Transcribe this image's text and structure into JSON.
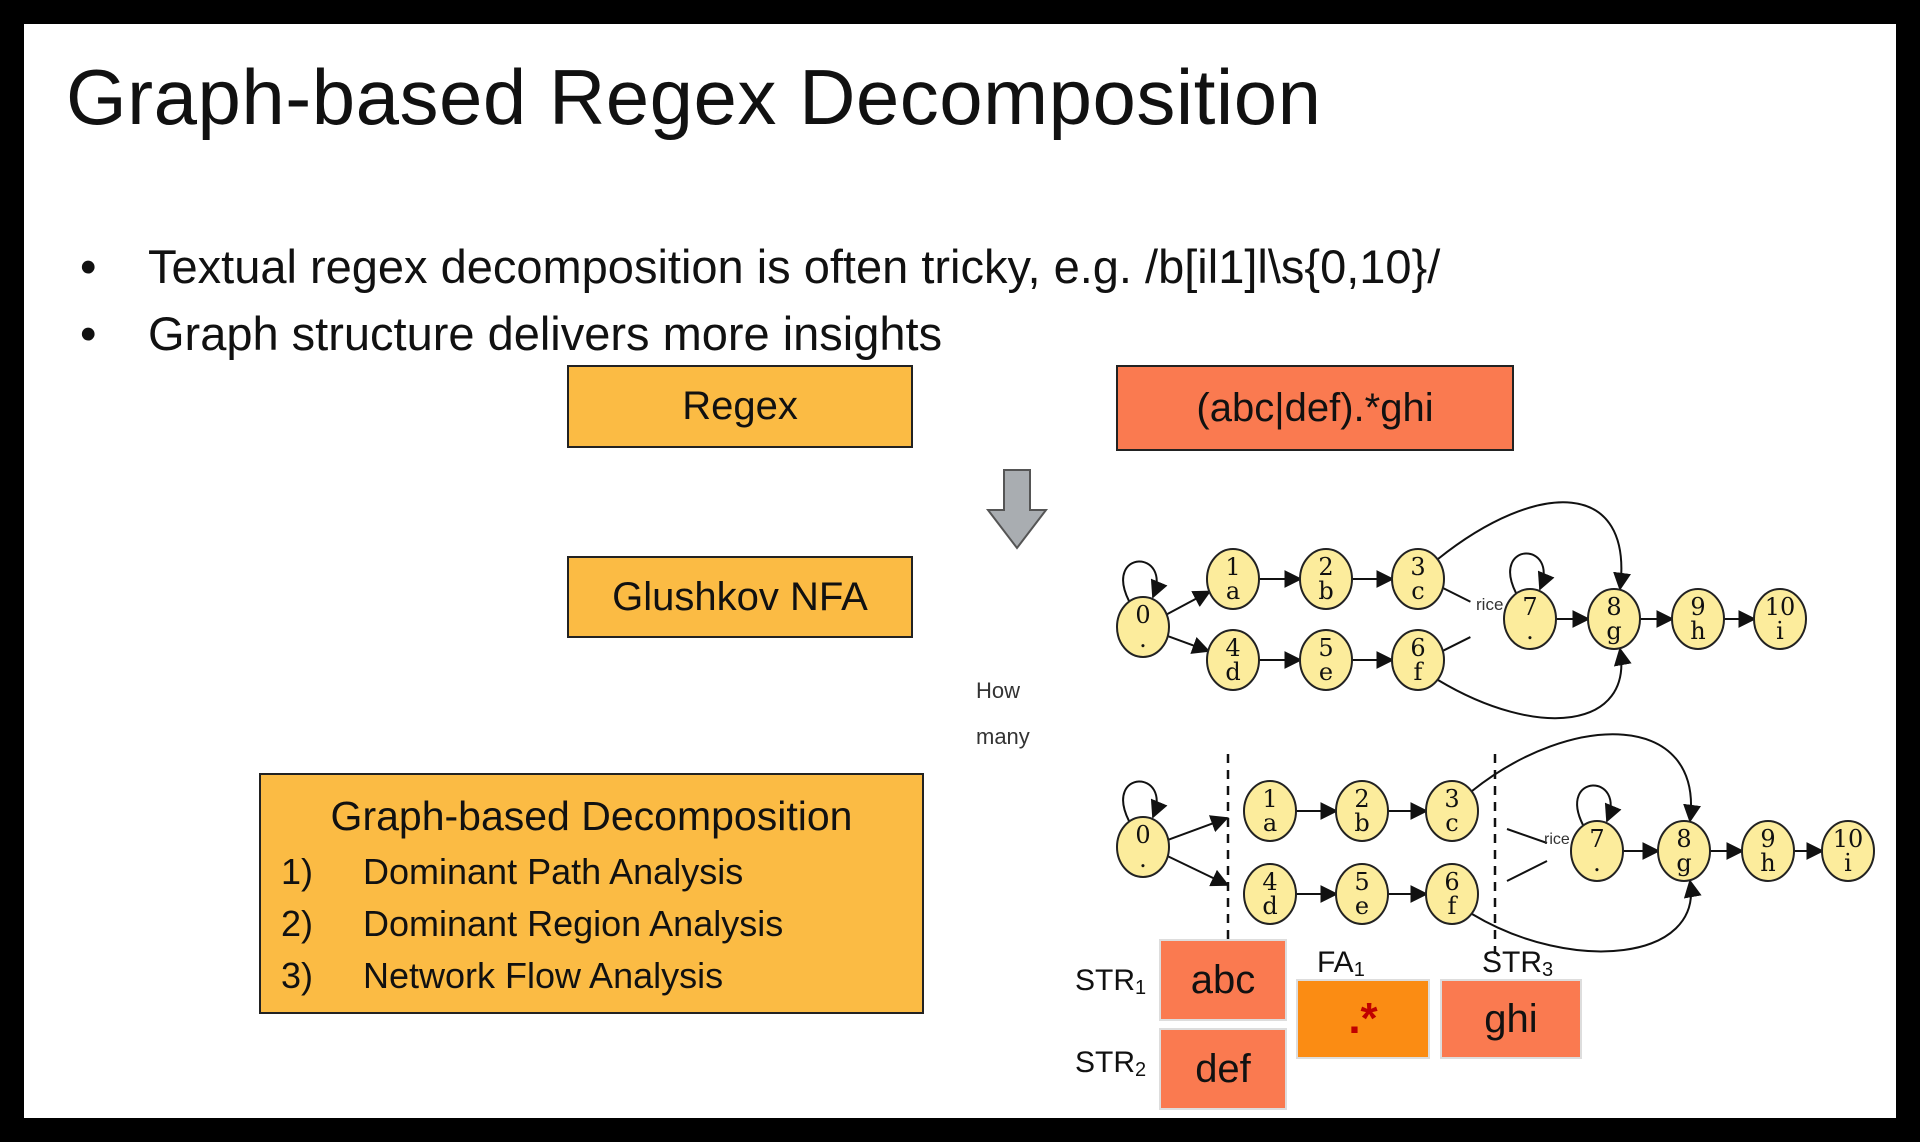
{
  "title": "Graph-based Regex Decomposition",
  "bullets": [
    "Textual regex decomposition is often tricky, e.g. /b[il1]l\\s{0,10}/",
    "Graph structure delivers more insights"
  ],
  "bullet_glyph": "•",
  "flow": {
    "regex_label": "Regex",
    "regex_example": "(abc|def).*ghi",
    "nfa_label": "Glushkov NFA",
    "arrow_icon": "down-arrow-icon"
  },
  "decomposition": {
    "title": "Graph-based Decomposition",
    "steps": [
      {
        "num": "1)",
        "text": "Dominant Path Analysis"
      },
      {
        "num": "2)",
        "text": "Dominant Region Analysis"
      },
      {
        "num": "3)",
        "text": "Network Flow Analysis"
      }
    ]
  },
  "annotations": {
    "how": "How",
    "many": "many",
    "rice": "rice"
  },
  "nfa_states": [
    {
      "id": "0",
      "sym": "."
    },
    {
      "id": "1",
      "sym": "a"
    },
    {
      "id": "2",
      "sym": "b"
    },
    {
      "id": "3",
      "sym": "c"
    },
    {
      "id": "4",
      "sym": "d"
    },
    {
      "id": "5",
      "sym": "e"
    },
    {
      "id": "6",
      "sym": "f"
    },
    {
      "id": "7",
      "sym": "."
    },
    {
      "id": "8",
      "sym": "g"
    },
    {
      "id": "9",
      "sym": "h"
    },
    {
      "id": "10",
      "sym": "i"
    }
  ],
  "segments": {
    "str1_label": "STR",
    "str1_sub": "1",
    "str1_value": "abc",
    "str2_label": "STR",
    "str2_sub": "2",
    "str2_value": "def",
    "fa1_label": "FA",
    "fa1_sub": "1",
    "fa1_value": ".*",
    "str3_label": "STR",
    "str3_sub": "3",
    "str3_value": "ghi"
  },
  "colors": {
    "regex_box": "#fbbb44",
    "example_box": "#fa7a50",
    "fa_box": "#fb8c13",
    "state_fill": "#fcec9c",
    "fa_text": "#c00000"
  }
}
